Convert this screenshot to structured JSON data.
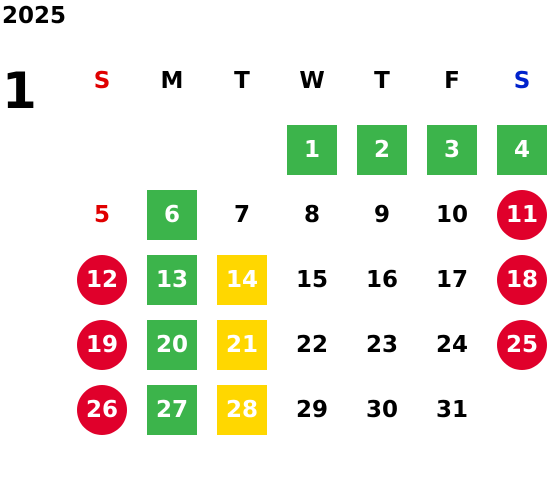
{
  "calendar": {
    "year": "2025",
    "month": "1",
    "weekdays": [
      {
        "label": "S",
        "color": "#e00000"
      },
      {
        "label": "M",
        "color": "#000000"
      },
      {
        "label": "T",
        "color": "#000000"
      },
      {
        "label": "W",
        "color": "#000000"
      },
      {
        "label": "T",
        "color": "#000000"
      },
      {
        "label": "F",
        "color": "#000000"
      },
      {
        "label": "S",
        "color": "#0022cc"
      }
    ],
    "days": [
      {
        "label": "1",
        "style": "green"
      },
      {
        "label": "2",
        "style": "green"
      },
      {
        "label": "3",
        "style": "green"
      },
      {
        "label": "4",
        "style": "green"
      },
      {
        "label": "5",
        "style": "sun"
      },
      {
        "label": "6",
        "style": "green"
      },
      {
        "label": "7",
        "style": "plain"
      },
      {
        "label": "8",
        "style": "plain"
      },
      {
        "label": "9",
        "style": "plain"
      },
      {
        "label": "10",
        "style": "plain"
      },
      {
        "label": "11",
        "style": "red"
      },
      {
        "label": "12",
        "style": "red"
      },
      {
        "label": "13",
        "style": "green"
      },
      {
        "label": "14",
        "style": "yellow"
      },
      {
        "label": "15",
        "style": "plain"
      },
      {
        "label": "16",
        "style": "plain"
      },
      {
        "label": "17",
        "style": "plain"
      },
      {
        "label": "18",
        "style": "red"
      },
      {
        "label": "19",
        "style": "red"
      },
      {
        "label": "20",
        "style": "green"
      },
      {
        "label": "21",
        "style": "yellow"
      },
      {
        "label": "22",
        "style": "plain"
      },
      {
        "label": "23",
        "style": "plain"
      },
      {
        "label": "24",
        "style": "plain"
      },
      {
        "label": "25",
        "style": "red"
      },
      {
        "label": "26",
        "style": "red"
      },
      {
        "label": "27",
        "style": "green"
      },
      {
        "label": "28",
        "style": "yellow"
      },
      {
        "label": "29",
        "style": "plain"
      },
      {
        "label": "30",
        "style": "plain"
      },
      {
        "label": "31",
        "style": "plain"
      }
    ],
    "colors": {
      "green": "#3cb44b",
      "yellow": "#ffd700",
      "red": "#e0002b",
      "sunday_text": "#e00000",
      "saturday_text": "#0022cc"
    }
  }
}
